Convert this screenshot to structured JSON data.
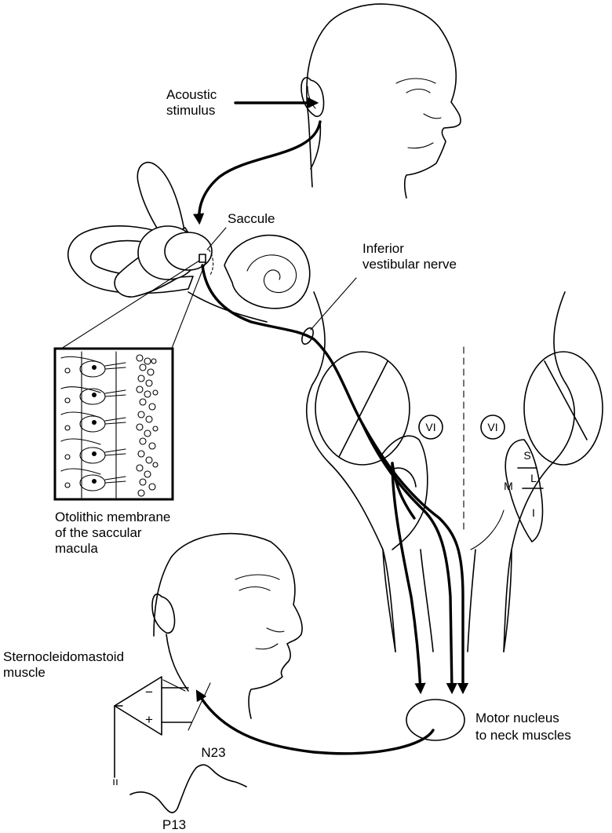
{
  "labels": {
    "acoustic_line1": "Acoustic",
    "acoustic_line2": "stimulus",
    "saccule": "Saccule",
    "inferior_line1": "Inferior",
    "inferior_line2": "vestibular nerve",
    "otolithic_line1": "Otolithic membrane",
    "otolithic_line2": "of the saccular",
    "otolithic_line3": "macula",
    "scm_line1": "Sternocleidomastoid",
    "scm_line2": "muscle",
    "motor_line1": "Motor nucleus",
    "motor_line2": "to neck muscles",
    "vi_left": "VI",
    "vi_right": "VI",
    "nucleus_s": "S",
    "nucleus_l": "L",
    "nucleus_m": "M",
    "nucleus_i": "I",
    "amp_minus": "−",
    "amp_plus": "+",
    "ground_mark": "ıı",
    "n23": "N23",
    "p13": "P13"
  }
}
